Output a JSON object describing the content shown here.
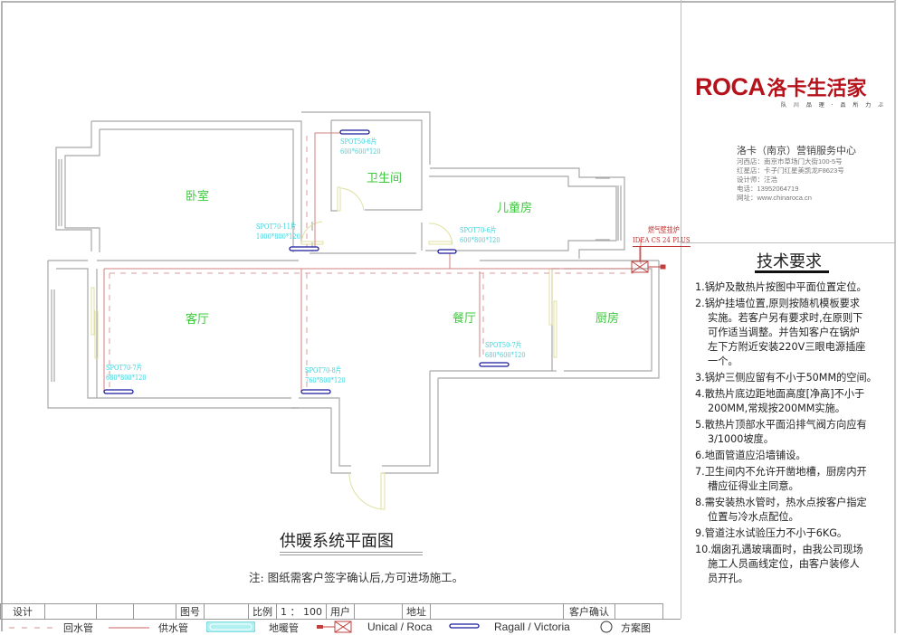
{
  "drawing": {
    "title": "供暖系统平面图",
    "note": "注: 图纸需客户签字确认后,方可进场施工。",
    "rooms": [
      {
        "name": "卧室"
      },
      {
        "name": "卫生间"
      },
      {
        "name": "儿童房"
      },
      {
        "name": "客厅"
      },
      {
        "name": "餐厅"
      },
      {
        "name": "厨房"
      }
    ],
    "radiators": [
      {
        "model": "SPOT50-6片",
        "size": "600*600*120",
        "room": "卫生间"
      },
      {
        "model": "SPOT70-11片",
        "size": "1000*800*120",
        "room": "卧室"
      },
      {
        "model": "SPOT70-6片",
        "size": "600*800*120",
        "room": "儿童房"
      },
      {
        "model": "SPOT70-7片",
        "size": "680*800*120",
        "room": "客厅"
      },
      {
        "model": "SPOT70-8片",
        "size": "760*800*120",
        "room": "客厅"
      },
      {
        "model": "SPOT50-7片",
        "size": "680*600*120",
        "room": "餐厅"
      }
    ],
    "boiler": {
      "label": "燃气壁挂炉",
      "model": "IDEA CS 24 PLUS"
    },
    "colors": {
      "wall": "#a8a8a8",
      "supply_pipe": "#c85050",
      "return_pipe": "#d8a0a0",
      "room_label": "#3cc83c",
      "radiator_label": "#39d3dc",
      "radiator": "#1a1a9e",
      "door": "#e0e0a0",
      "brand": "#b5121b"
    }
  },
  "company": {
    "logo_text": "ROCA",
    "logo_cn": "洛卡生活家",
    "logo_slogan": "队 川 品 理 · 品 所 力 ぶ",
    "name": "洛卡（南京）营销服务中心",
    "info": [
      "河西店：南京市草场门大街100-5号",
      "红星店：卡子门红星美凯龙F8623号",
      "设计师：汪浩",
      "电话：13952064719",
      "网址：www.chinaroca.cn"
    ]
  },
  "tech": {
    "title": "技术要求",
    "items": [
      {
        "n": "1.",
        "lines": [
          "锅炉及散热片按图中平面位置定位。"
        ]
      },
      {
        "n": "2.",
        "lines": [
          "锅炉挂墙位置,原则按随机模板要求",
          "实施。若客户另有要求时,在原则下",
          "可作适当调整。并告知客户在锅炉",
          "左下方附近安装220V三眼电源插座",
          "一个。"
        ]
      },
      {
        "n": "3.",
        "lines": [
          "锅炉三侧应留有不小于50MM的空间。"
        ]
      },
      {
        "n": "4.",
        "lines": [
          "散热片底边距地面高度[净高]不小于",
          "200MM,常规按200MM实施。"
        ]
      },
      {
        "n": "5.",
        "lines": [
          "散热片顶部水平面沿排气阀方向应有",
          "3/1000坡度。"
        ]
      },
      {
        "n": "6.",
        "lines": [
          "地面管道应沿墙铺设。"
        ]
      },
      {
        "n": "7.",
        "lines": [
          "卫生间内不允许开凿地槽，厨房内开",
          "槽应征得业主同意。"
        ]
      },
      {
        "n": "8.",
        "lines": [
          "需安装热水管时，热水点按客户指定",
          "位置与冷水点配位。"
        ]
      },
      {
        "n": "9.",
        "lines": [
          "管道注水试验压力不小于6KG。"
        ]
      },
      {
        "n": "10.",
        "lines": [
          "烟囱孔遇玻璃面时，由我公司现场",
          "施工人员画线定位，由客户装修人",
          "员开孔。"
        ]
      }
    ]
  },
  "titleblock": {
    "design_label": "设计",
    "design_value": "",
    "blank1": "",
    "blank2": "",
    "drawing_no_label": "图号",
    "drawing_no_value": "",
    "scale_label": "比例",
    "scale_value": "1 ： 100",
    "client_label": "用户",
    "client_value": "",
    "address_label": "地址",
    "address_value": "",
    "confirm_label": "客户确认",
    "confirm_value": ""
  },
  "legend": [
    {
      "icon": "dashed-line",
      "label": "回水管"
    },
    {
      "icon": "solid-line",
      "label": "供水管"
    },
    {
      "icon": "floor-heating-coil",
      "label": "地暖管"
    },
    {
      "icon": "boiler-symbol",
      "label": "Unical / Roca"
    },
    {
      "icon": "radiator-symbol",
      "label": "Ragall / Victoria"
    },
    {
      "icon": "circle",
      "label": "方案图"
    }
  ]
}
